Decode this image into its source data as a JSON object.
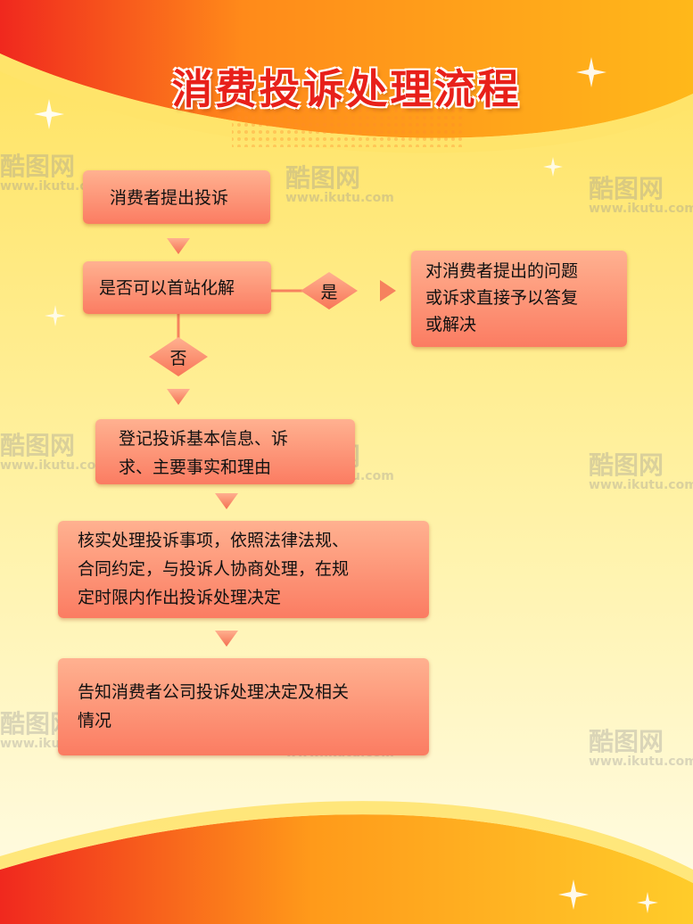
{
  "title": "消费投诉处理流程",
  "steps": {
    "submit": "消费者提出投诉",
    "first_stop": "是否可以首站化解",
    "yes_label": "是",
    "no_label": "否",
    "yes_result": "对消费者提出的问题或诉求直接予以答复或解决",
    "yes_result_lines": [
      "对消费者提出的问题",
      "或诉求直接予以答复",
      "或解决"
    ],
    "register_lines": [
      "登记投诉基本信息、诉",
      "求、主要事实和理由"
    ],
    "verify_lines": [
      "核实处理投诉事项，依照法律法规、",
      "合同约定，与投诉人协商处理，在规",
      "定时限内作出投诉处理决定"
    ],
    "inform_lines": [
      "告知消费者公司投诉处理决定及相关",
      "情况"
    ]
  },
  "watermark": {
    "brand": "酷图网",
    "url": "www.ikutu.com"
  },
  "colors": {
    "title": "#e8201a",
    "box_top": "#ffb190",
    "box_bottom": "#fb7c62",
    "bg_top": "#ffe15a",
    "bg_bottom": "#fffce8",
    "band_red": "#f0281e",
    "band_orange": "#ff8c1a"
  }
}
